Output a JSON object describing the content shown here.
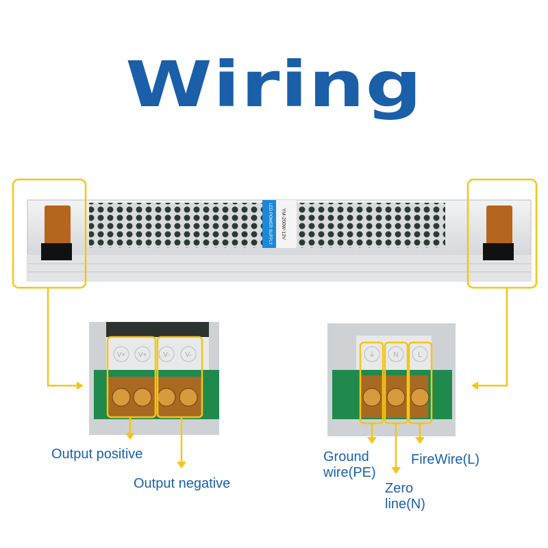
{
  "title": "Wiring",
  "product": {
    "label_band": "LED POWER SUPPLY",
    "model": "YM-200W-12V"
  },
  "left_terminals": [
    "V+",
    "V+",
    "V-",
    "V-"
  ],
  "right_terminals": [
    "⏚",
    "N",
    "L"
  ],
  "labels": {
    "output_positive": "Output positive",
    "output_negative": "Output negative",
    "ground_1": "Ground",
    "ground_2": "wire(PE)",
    "zero_1": "Zero",
    "zero_2": "line(N)",
    "firewire": "FireWire(L)"
  },
  "colors": {
    "title": "#1a5fa8",
    "callout": "#f5c518",
    "label": "#1a5fa8"
  }
}
